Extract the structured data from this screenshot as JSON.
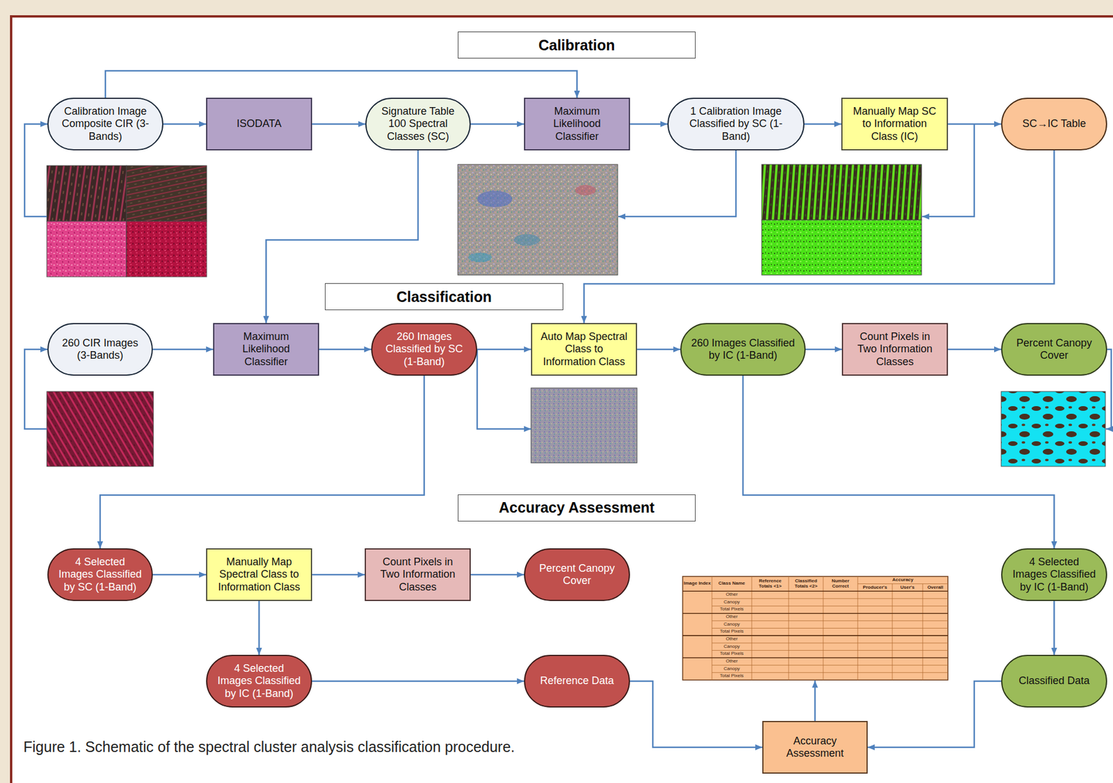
{
  "diagram": {
    "caption": "Figure 1. Schematic of the spectral cluster analysis classification procedure.",
    "nodes": [
      {
        "text": [
          "Calibration"
        ]
      },
      {
        "text": [
          "Calibration Image Composite CIR (3-Bands)"
        ]
      },
      {
        "text": [
          "ISODATA"
        ]
      },
      {
        "text": [
          "Signature Table 100 Spectral Classes (SC)"
        ]
      },
      {
        "text": [
          "Maximum Likelihood Classifier"
        ]
      },
      {
        "text": [
          "1 Calibration Image Classified by SC (1-Band)"
        ]
      },
      {
        "text": [
          "Manually Map SC to Information Class (IC)"
        ]
      },
      {
        "text": [
          "SC→IC Table"
        ]
      },
      {
        "text": [
          "Classification"
        ]
      },
      {
        "text": [
          "260 CIR Images (3-Bands)"
        ]
      },
      {
        "text": [
          "Maximum Likelihood Classifier"
        ]
      },
      {
        "text": [
          "260 Images Classified by SC (1-Band)"
        ]
      },
      {
        "text": [
          "Auto Map Spectral Class to Information Class"
        ]
      },
      {
        "text": [
          "260 Images Classified by IC (1-Band)"
        ]
      },
      {
        "text": [
          "Count Pixels in Two Information Classes"
        ]
      },
      {
        "text": [
          "Percent Canopy Cover"
        ]
      },
      {
        "text": [
          "Accuracy Assessment"
        ]
      },
      {
        "text": [
          "4 Selected Images Classified by SC (1-Band)"
        ]
      },
      {
        "text": [
          "Manually Map Spectral Class to Information Class"
        ]
      },
      {
        "text": [
          "Count Pixels in Two Information Classes"
        ]
      },
      {
        "text": [
          "Percent Canopy Cover"
        ]
      },
      {
        "text": [
          "4 Selected Images Classified by IC (1-Band)"
        ]
      },
      {
        "text": [
          "Reference Data"
        ]
      },
      {
        "text": [
          "4 Selected Images Classified by IC (1-Band)"
        ]
      },
      {
        "text": [
          "Classified Data"
        ]
      },
      {
        "text": [
          "Accuracy Assessment"
        ]
      }
    ],
    "edges": [
      {
        "from": 1,
        "to": 2,
        "arrow": "to"
      },
      {
        "from": 1,
        "to": 4,
        "arrow": "to"
      },
      {
        "from": 2,
        "to": 3,
        "arrow": "to"
      },
      {
        "from": 3,
        "to": 4,
        "arrow": "to"
      },
      {
        "from": 3,
        "to": 10,
        "arrow": "to"
      },
      {
        "from": 4,
        "to": 5,
        "arrow": "to"
      },
      {
        "from": 5,
        "to": 6,
        "arrow": "to"
      },
      {
        "from": 6,
        "to": 7,
        "arrow": "to"
      },
      {
        "from": 7,
        "to": 12,
        "arrow": "to"
      },
      {
        "from": 9,
        "to": 10,
        "arrow": "to"
      },
      {
        "from": 10,
        "to": 11,
        "arrow": "to"
      },
      {
        "from": 11,
        "to": 12,
        "arrow": "to"
      },
      {
        "from": 11,
        "to": 17,
        "arrow": "to"
      },
      {
        "from": 12,
        "to": 13,
        "arrow": "to"
      },
      {
        "from": 13,
        "to": 14,
        "arrow": "to"
      },
      {
        "from": 13,
        "to": 23,
        "arrow": "to"
      },
      {
        "from": 14,
        "to": 15,
        "arrow": "to"
      },
      {
        "from": 17,
        "to": 18,
        "arrow": "to"
      },
      {
        "from": 18,
        "to": 19,
        "arrow": "to"
      },
      {
        "from": 18,
        "to": 21,
        "arrow": "to"
      },
      {
        "from": 19,
        "to": 20,
        "arrow": "to"
      },
      {
        "from": 21,
        "to": 22,
        "arrow": "to"
      },
      {
        "from": 22,
        "to": 25,
        "arrow": "to"
      },
      {
        "from": 23,
        "to": 24,
        "arrow": "to"
      },
      {
        "from": 24,
        "to": 25,
        "arrow": "to"
      }
    ],
    "labels": [
      "Image Index",
      "Class Name",
      "Reference Totals <1>",
      "Classified Totals <2>",
      "Number Correct",
      "Accuracy",
      "Producer's",
      "User's",
      "Overall",
      "Other",
      "Canopy",
      "Total Pixels",
      "Other",
      "Canopy",
      "Total Pixels",
      "Other",
      "Canopy",
      "Total Pixels",
      "Other",
      "Canopy",
      "Total Pixels"
    ]
  }
}
